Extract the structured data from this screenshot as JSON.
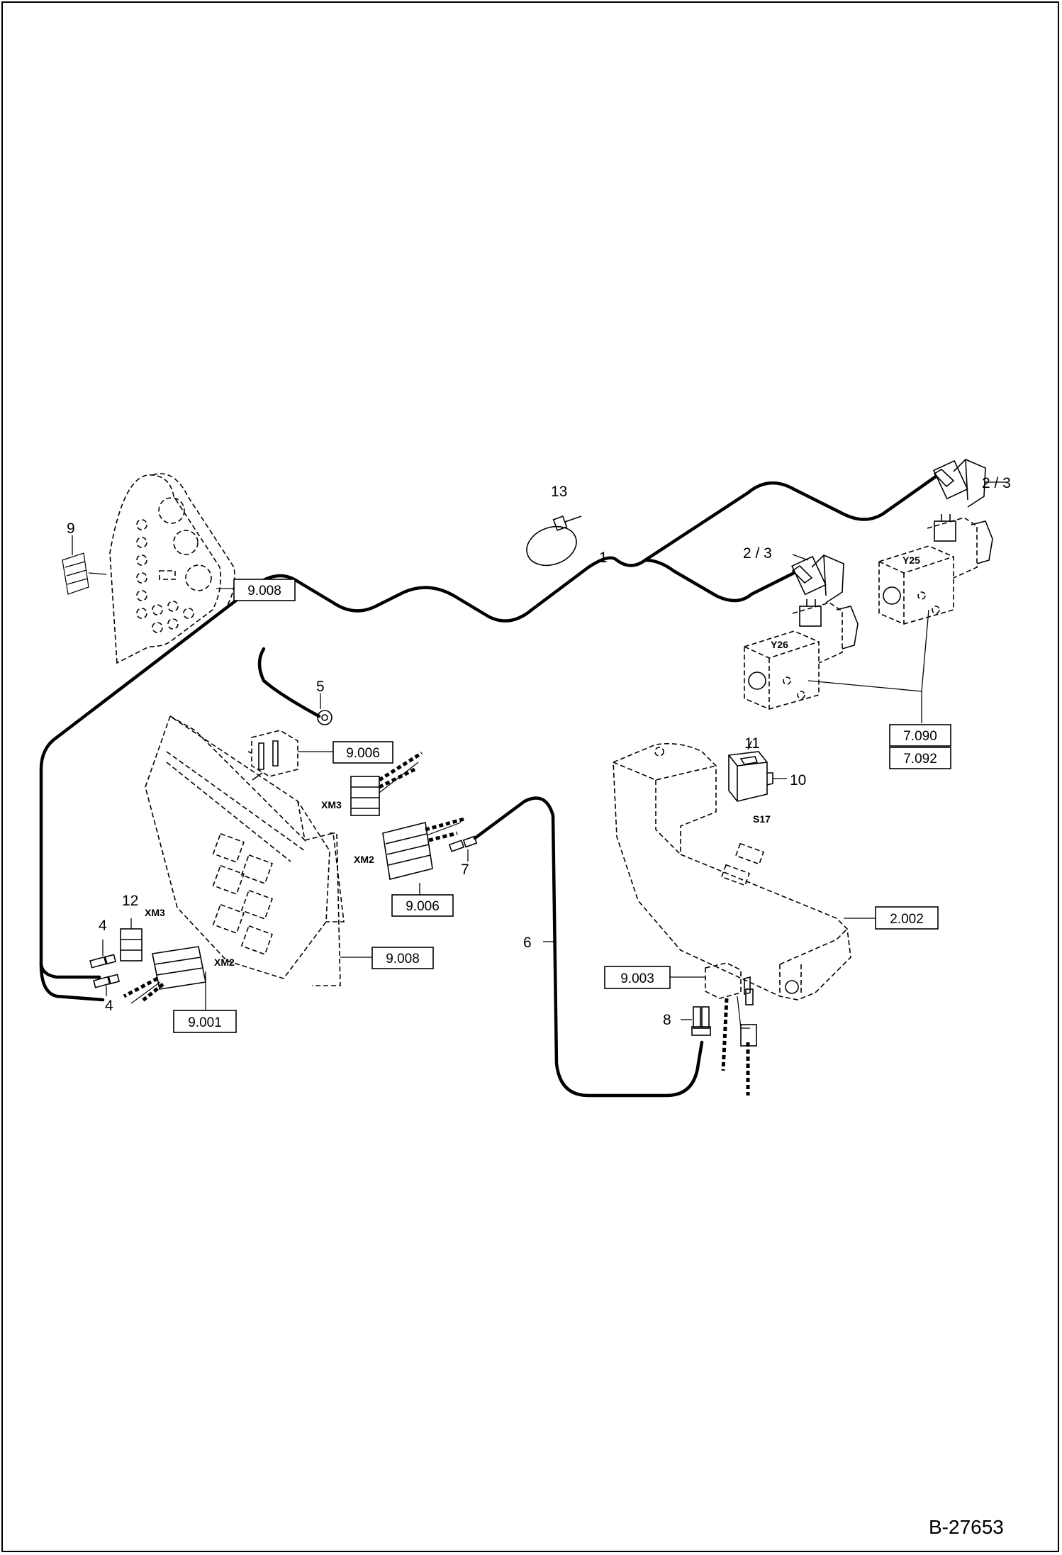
{
  "document": {
    "id": "B-27653"
  },
  "labels": {
    "l1": "1",
    "l2_3a": "2 / 3",
    "l2_3b": "2 / 3",
    "l4a": "4",
    "l4b": "4",
    "l5": "5",
    "l6": "6",
    "l7": "7",
    "l8": "8",
    "l9": "9",
    "l10": "10",
    "l11": "11",
    "l12": "12",
    "l13": "13"
  },
  "components": {
    "y25": "Y25",
    "y26": "Y26",
    "s17": "S17",
    "xm3_top": "XM3",
    "xm2_top": "XM2",
    "xm3_left": "XM3",
    "xm2_left": "XM2"
  },
  "references": {
    "r9008_top": "9.008",
    "r9006_a": "9.006",
    "r9006_b": "9.006",
    "r9008_mid": "9.008",
    "r9001": "9.001",
    "r7090": "7.090",
    "r7092": "7.092",
    "r2002": "2.002",
    "r9003": "9.003"
  }
}
